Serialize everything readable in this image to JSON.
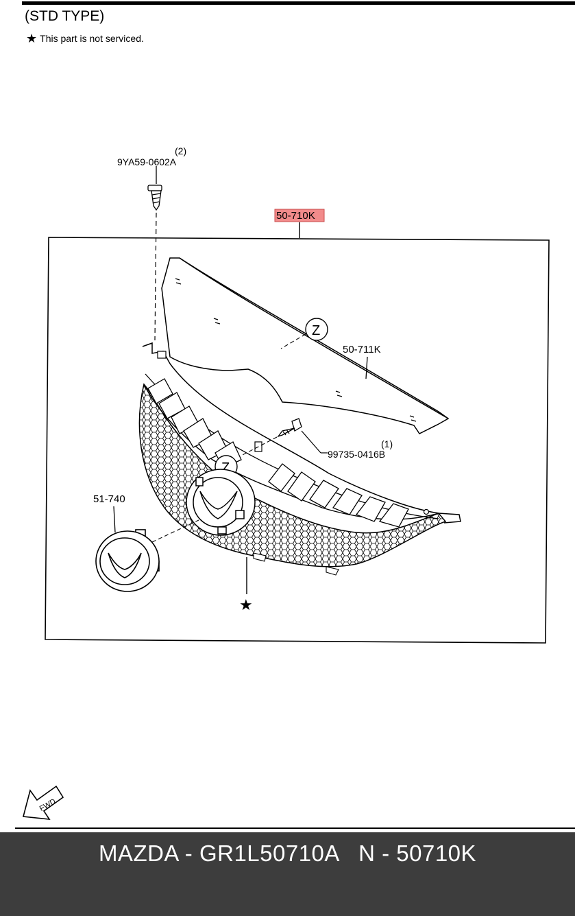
{
  "header": {
    "variant_title": "(STD TYPE)",
    "note_symbol": "★",
    "note_text": "This part is not serviced."
  },
  "callouts": {
    "bolt_qty": "(2)",
    "bolt_part": "9YA59-0602A",
    "grille_assembly": "50-710K",
    "molding": "50-711K",
    "screw_qty": "(1)",
    "screw_part": "99735-0416B",
    "emblem": "51-740",
    "detail_marker_1": "Z",
    "detail_marker_2": "Z",
    "not_serviced_marker": "★"
  },
  "orientation": {
    "arrow_label": "FWD"
  },
  "highlight": {
    "color": "#f28b8b",
    "part": "50-710K"
  },
  "footer": {
    "text": "MAZDA - GR1L50710A   N - 50710K",
    "bg_color": "#3d3d3d"
  }
}
